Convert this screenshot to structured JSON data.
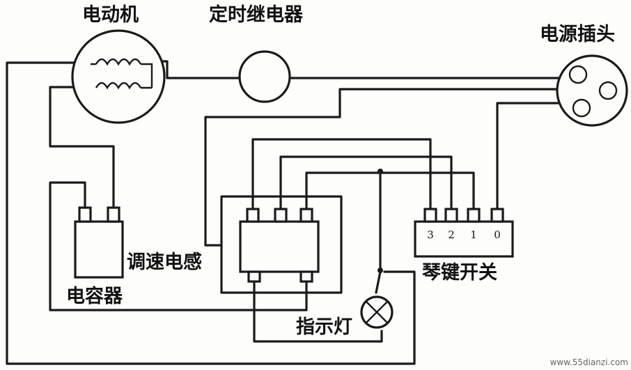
{
  "labels": {
    "motor": "电动机",
    "timer_relay": "定时继电器",
    "power_plug": "电源插头",
    "capacitor": "电容器",
    "speed_inductor": "调速电感",
    "piano_switch": "琴键开关",
    "indicator_lamp": "指示灯"
  },
  "switch_positions": [
    "3",
    "2",
    "1",
    "0"
  ],
  "watermark": "www.55dianzi.com",
  "colors": {
    "ink": "#1a1a1a",
    "paper": "#fdfdfb"
  }
}
